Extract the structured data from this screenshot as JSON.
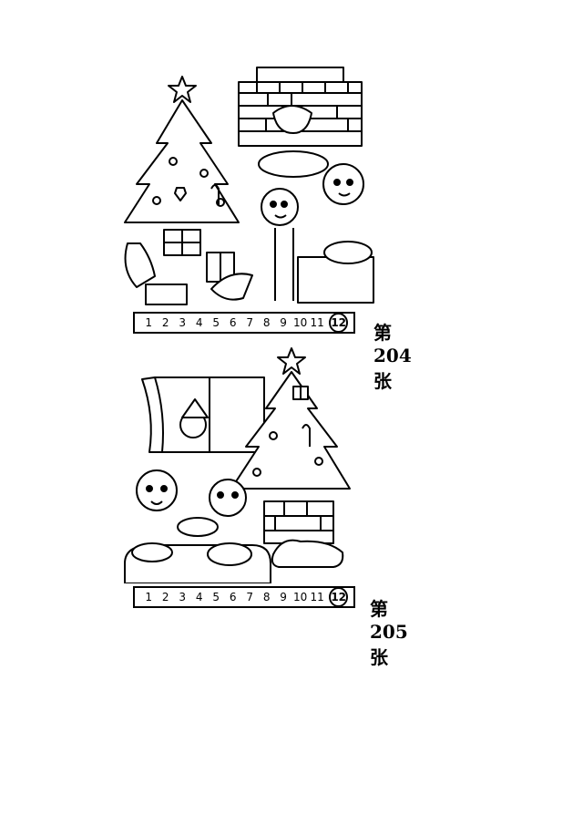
{
  "cards": [
    {
      "strip_numbers": [
        "1",
        "2",
        "3",
        "4",
        "5",
        "6",
        "7",
        "8",
        "9",
        "10",
        "11",
        "12"
      ],
      "circled": "12",
      "caption": "第 204 张"
    },
    {
      "strip_numbers": [
        "1",
        "2",
        "3",
        "4",
        "5",
        "6",
        "7",
        "8",
        "9",
        "10",
        "11",
        "12"
      ],
      "circled": "12",
      "caption": "第 205 张"
    }
  ],
  "scenes": [
    {
      "name": "christmas-dinner-fireplace-scene",
      "elements": [
        "christmas-tree",
        "fireplace",
        "gift-boxes",
        "family-at-table",
        "roast-turkey"
      ]
    },
    {
      "name": "christmas-window-santa-scene",
      "elements": [
        "window",
        "santa",
        "christmas-tree",
        "fireplace",
        "dog",
        "children",
        "cake",
        "turkey"
      ]
    }
  ]
}
